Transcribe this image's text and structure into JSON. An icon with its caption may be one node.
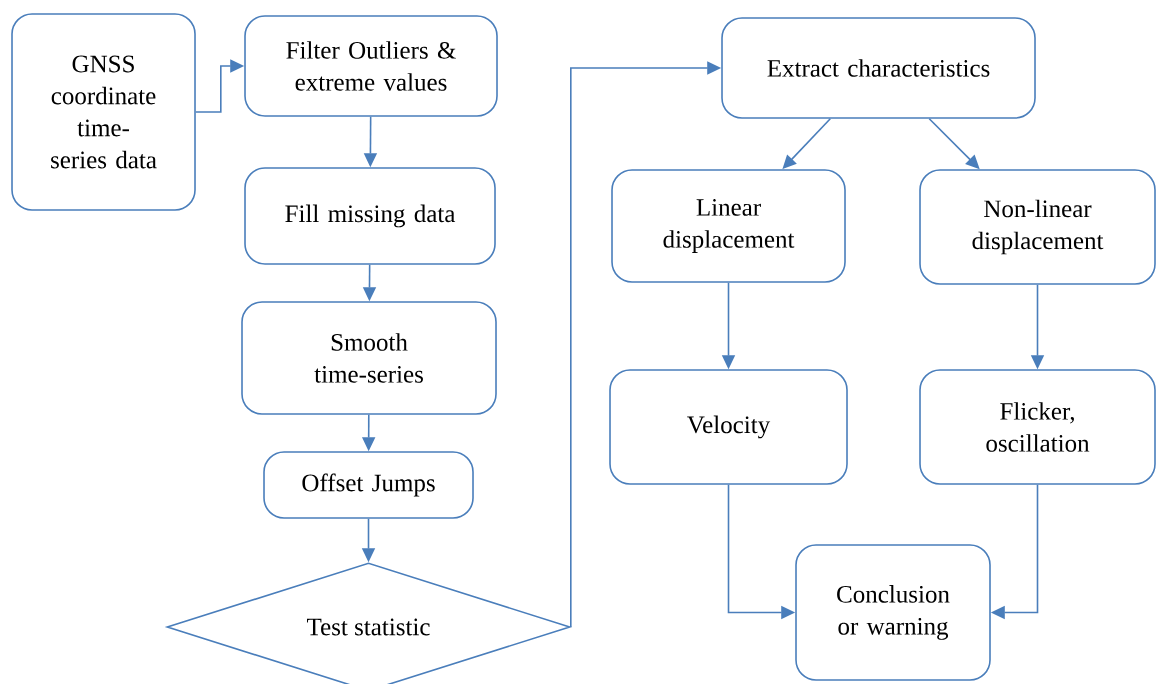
{
  "diagram": {
    "nodes": [
      {
        "text": [
          "GNSS coordinate time-series data"
        ]
      },
      {
        "text": [
          "Filter Outliers & extreme values"
        ]
      },
      {
        "text": [
          "Fill missing data"
        ]
      },
      {
        "text": [
          "Smooth time-series"
        ]
      },
      {
        "text": [
          "Offset Jumps"
        ]
      },
      {
        "text": [
          "Test statistic"
        ]
      },
      {
        "text": [
          "Extract characteristics"
        ]
      },
      {
        "text": [
          "Linear displacement"
        ]
      },
      {
        "text": [
          "Non-linear displacement"
        ]
      },
      {
        "text": [
          "Velocity"
        ]
      },
      {
        "text": [
          "Flicker, oscillation"
        ]
      },
      {
        "text": [
          "Conclusion or warning"
        ]
      }
    ],
    "edges": [
      {
        "from": 0,
        "to": 1,
        "arrow": "to"
      },
      {
        "from": 1,
        "to": 2,
        "arrow": "to"
      },
      {
        "from": 2,
        "to": 3,
        "arrow": "to"
      },
      {
        "from": 3,
        "to": 4,
        "arrow": "to"
      },
      {
        "from": 4,
        "to": 5,
        "arrow": "to"
      },
      {
        "from": 5,
        "to": 6,
        "arrow": "to"
      },
      {
        "from": 6,
        "to": 7,
        "arrow": "to"
      },
      {
        "from": 6,
        "to": 8,
        "arrow": "to"
      },
      {
        "from": 7,
        "to": 9,
        "arrow": "to"
      },
      {
        "from": 8,
        "to": 10,
        "arrow": "to"
      },
      {
        "from": 9,
        "to": 11,
        "arrow": "to"
      },
      {
        "from": 10,
        "to": 11,
        "arrow": "to"
      }
    ]
  }
}
